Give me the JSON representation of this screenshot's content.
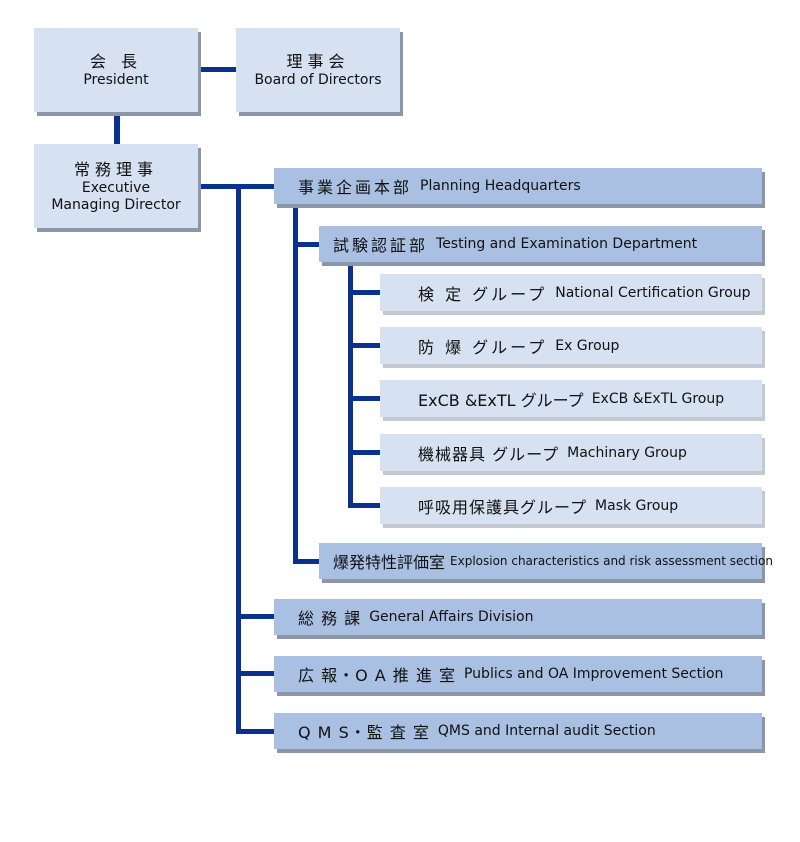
{
  "top": {
    "president": {
      "jp": "会 長",
      "en": "President"
    },
    "board": {
      "jp": "理事会",
      "en": "Board of Directors"
    },
    "emd": {
      "jp": "常務理事",
      "en": "Executive Managing Director"
    }
  },
  "planning": {
    "jp": "事業企画本部",
    "en": "Planning Headquarters"
  },
  "testing": {
    "jp": "試験認証部",
    "en": "Testing and Examination Department"
  },
  "groups": [
    {
      "jp": "検 定 グループ",
      "en": "National Certification Group"
    },
    {
      "jp": "防 爆 グループ",
      "en": "Ex Group"
    },
    {
      "jp": "ExCB &ExTL グループ",
      "en": "ExCB &ExTL Group"
    },
    {
      "jp": "機械器具 グループ",
      "en": "Machinary Group"
    },
    {
      "jp": "呼吸用保護具グループ",
      "en": "Mask Group"
    }
  ],
  "explosion": {
    "jp": "爆発特性評価室",
    "en": "Explosion characteristics and risk assessment section"
  },
  "sections": [
    {
      "jp": "総 務 課",
      "en": "General Affairs Division"
    },
    {
      "jp": "広 報・O A 推 進 室",
      "en": "Publics and OA Improvement Section"
    },
    {
      "jp": "Q M S・監 査 室",
      "en": "QMS and Internal audit Section"
    }
  ]
}
